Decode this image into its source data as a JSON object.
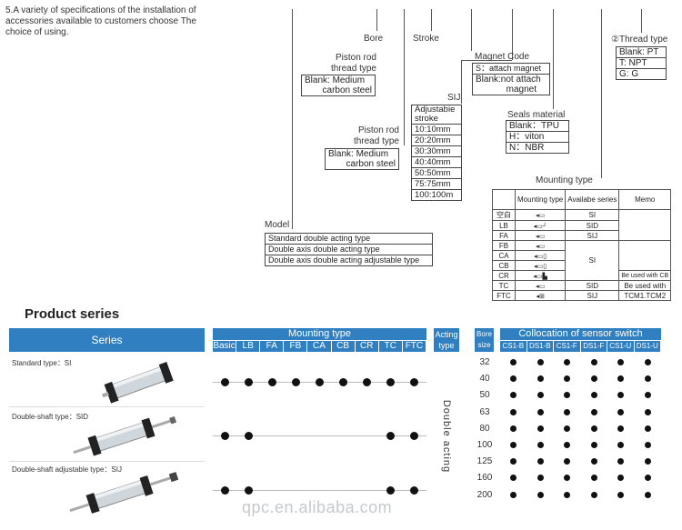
{
  "intro": {
    "line1": "5.A variety of specifications of the installation of",
    "line2": "accessories available to customers choose The",
    "line3": "choice of using."
  },
  "header_labels": {
    "bore": "Bore",
    "stroke": "Stroke",
    "magnet_code": "Magnet Code",
    "thread_type": "②Thread type",
    "piston_rod_1a": "Piston rod",
    "piston_rod_1b": "thread type",
    "piston_rod_2a": "Piston rod",
    "piston_rod_2b": "thread type",
    "sij": "SIJ",
    "seals_material": "Seals material",
    "mounting_type": "Mounting type",
    "model": "Model"
  },
  "thread_type_box": [
    "Blank: PT",
    "T: NPT",
    "G: G"
  ],
  "magnet_box": [
    "S：attach magnet",
    "Blank:not attach",
    "magnet"
  ],
  "piston_box_1": [
    "Blank: Medium",
    "carbon steel"
  ],
  "piston_box_2": [
    "Blank: Medium",
    "carbon steel"
  ],
  "stroke_box": [
    "Adjustabie",
    "stroke",
    "10:10mm",
    "20:20mm",
    "30:30mm",
    "40:40mm",
    "50:50mm",
    "75:75mm",
    "100:100m"
  ],
  "seals_box": [
    "Blank：TPU",
    "H：viton",
    "N：NBR"
  ],
  "model_box": [
    "Standard double acting type",
    "Double axis double acting type",
    "Double axis double acting adjustable type"
  ],
  "mounting_table": {
    "headers": [
      "Mounting type",
      "Availabe series",
      "Memo"
    ],
    "rows": [
      {
        "code": "空白",
        "series": "SI",
        "memo": ""
      },
      {
        "code": "LB",
        "series": "SID",
        "memo": ""
      },
      {
        "code": "FA",
        "series": "SIJ",
        "memo": ""
      },
      {
        "code": "FB",
        "series": "",
        "memo": ""
      },
      {
        "code": "CA",
        "series": "SI",
        "memo": ""
      },
      {
        "code": "CB",
        "series": "",
        "memo": ""
      },
      {
        "code": "CR",
        "series": "",
        "memo": "Be used with CB"
      },
      {
        "code": "TC",
        "series": "SID",
        "memo": "Be used with"
      },
      {
        "code": "FTC",
        "series": "SIJ",
        "memo": "TCM1.TCM2"
      }
    ]
  },
  "product_series": {
    "title": "Product series",
    "series_header": "Series",
    "series": [
      {
        "label": "Standard type：SI"
      },
      {
        "label": "Double-shaft type：SID"
      },
      {
        "label": "Double-shaft adjustable type：SIJ"
      }
    ],
    "mounting_header": "Mounting type",
    "mounting_cols": [
      "Basic",
      "LB",
      "FA",
      "FB",
      "CA",
      "CB",
      "CR",
      "TC",
      "FTC"
    ],
    "mounting_matrix": [
      [
        1,
        1,
        1,
        1,
        1,
        1,
        1,
        1,
        1
      ],
      [
        1,
        1,
        0,
        0,
        0,
        0,
        0,
        1,
        1
      ],
      [
        1,
        1,
        0,
        0,
        0,
        0,
        0,
        1,
        1
      ]
    ],
    "acting_header_1": "Acting",
    "acting_header_2": "type",
    "acting_value": "Double acting",
    "bore_header_1": "Bore",
    "bore_header_2": "size",
    "bore_sizes": [
      "32",
      "40",
      "50",
      "63",
      "80",
      "100",
      "125",
      "160",
      "200"
    ],
    "sensor_header": "Collocation of sensor switch",
    "sensor_cols": [
      "CS1-B",
      "DS1-B",
      "CS1-F",
      "DS1-F",
      "CS1-U",
      "DS1-U"
    ]
  },
  "watermark": "qpc.en.alibaba.com",
  "colors": {
    "accent": "#2f7fc1",
    "text": "#333333"
  }
}
